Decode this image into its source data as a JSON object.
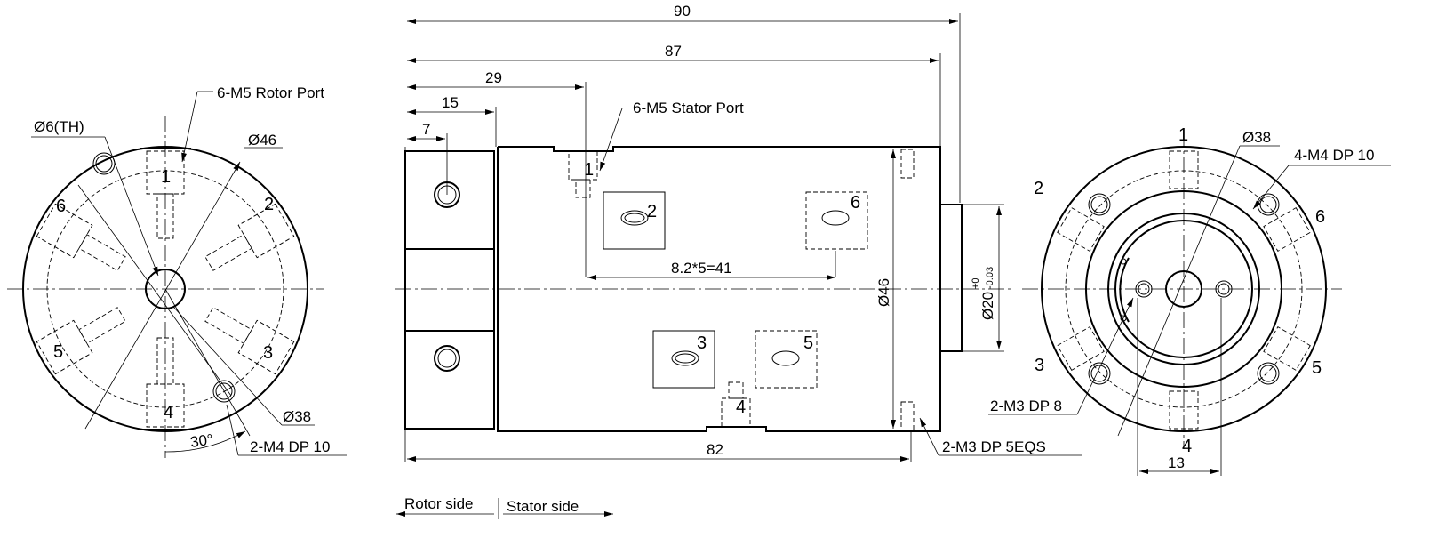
{
  "colors": {
    "line": "#000000",
    "background": "#ffffff"
  },
  "rotor_view": {
    "port_label": "6-M5  Rotor Port",
    "through_hole": "Ø6(TH)",
    "outer_dia": "Ø46",
    "bolt_circle": "Ø38",
    "angle": "30°",
    "mount_holes": "2-M4 DP 10",
    "ports": [
      "1",
      "2",
      "3",
      "4",
      "5",
      "6"
    ]
  },
  "side_view": {
    "dim_total": "90",
    "dim_body": "87",
    "dim_29": "29",
    "dim_15": "15",
    "dim_7": "7",
    "port_label": "6-M5  Stator Port",
    "pitch": "8.2*5=41",
    "dia_body": "Ø46",
    "dia_shaft": "Ø20",
    "tol_upper": "+0",
    "tol_lower": "-0.03",
    "dim_82": "82",
    "holes_label": "2-M3 DP 5EQS",
    "rotor_side": "Rotor side",
    "stator_side": "Stator side",
    "ports": [
      "1",
      "2",
      "3",
      "4",
      "5",
      "6"
    ]
  },
  "stator_view": {
    "bolt_circle": "Ø38",
    "mount_holes": "4-M4 DP 10",
    "inner_holes": "2-M3 DP 8",
    "dim_13": "13",
    "ports": [
      "1",
      "2",
      "3",
      "4",
      "5",
      "6"
    ]
  }
}
